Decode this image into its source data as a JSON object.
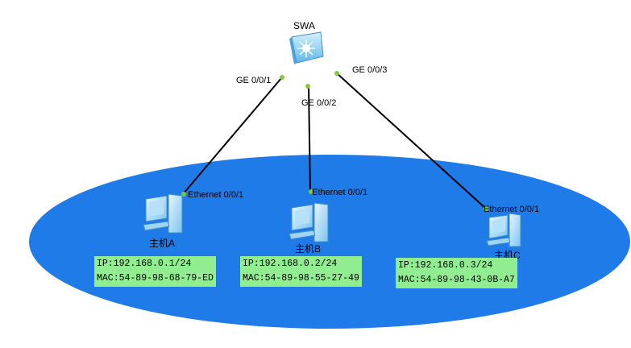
{
  "switch": {
    "name": "SWA"
  },
  "links": [
    {
      "switch_port": "GE 0/0/1",
      "host_port": "Ethernet 0/0/1"
    },
    {
      "switch_port": "GE 0/0/2",
      "host_port": "Ethernet 0/0/1"
    },
    {
      "switch_port": "GE 0/0/3",
      "host_port": "Ethernet 0/0/1"
    }
  ],
  "hosts": [
    {
      "name": "主机A",
      "ip": "IP:192.168.0.1/24",
      "mac": "MAC:54-89-98-68-79-ED"
    },
    {
      "name": "主机B",
      "ip": "IP:192.168.0.2/24",
      "mac": "MAC:54-89-98-55-27-49"
    },
    {
      "name": "主机C",
      "ip": "IP:192.168.0.3/24",
      "mac": "MAC:54-89-98-43-0B-A7"
    }
  ],
  "colors": {
    "lan": "#1E7BE8",
    "link": "#000000",
    "port_dot": "#7DCB3A",
    "info_bg": "#90EE90",
    "switch": "#8FD3F5"
  }
}
